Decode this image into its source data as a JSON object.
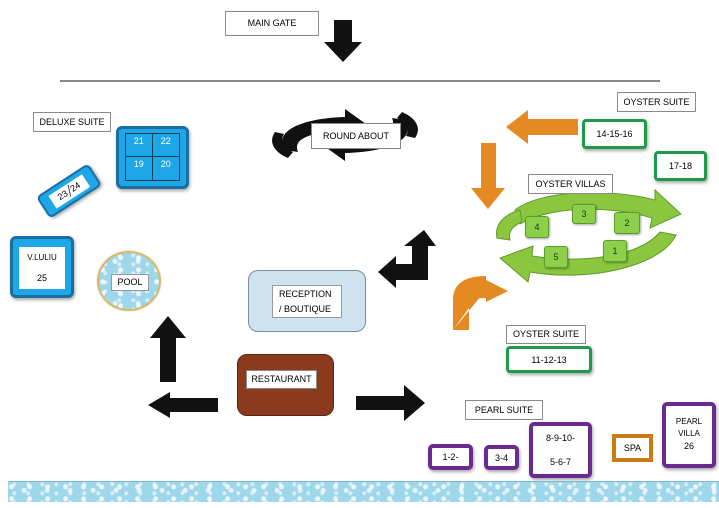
{
  "main_gate": "MAIN GATE",
  "round_about": "ROUND ABOUT",
  "deluxe": {
    "title": "DELUXE SUITE",
    "cells": [
      "21",
      "22",
      "19",
      "20"
    ],
    "tilted_left": "23",
    "tilted_right": "24"
  },
  "vluliu": {
    "name": "V.LULIU",
    "number": "25"
  },
  "pool": "POOL",
  "reception": {
    "line1": "RECEPTION",
    "line2": "/ BOUTIQUE"
  },
  "restaurant": "RESTAURANT",
  "oyster_suite_top": {
    "title": "OYSTER SUITE",
    "units": "14-15-16"
  },
  "oyster_suite_single": "17-18",
  "oyster_villas": {
    "title": "OYSTER VILLAS",
    "villas": [
      "4",
      "3",
      "2",
      "5",
      "1"
    ]
  },
  "oyster_suite_bottom": {
    "title": "OYSTER SUITE",
    "units": "11-12-13"
  },
  "pearl_suite": {
    "title": "PEARL SUITE",
    "unit_a": "1-2-",
    "unit_b": "3-4",
    "unit_c_line1": "8-9-10-",
    "unit_c_line2": "5-6-7"
  },
  "spa": "SPA",
  "pearl_villa": {
    "line1": "PEARL",
    "line2": "VILLA",
    "number": "26"
  },
  "colors": {
    "arrow_black": "#111111",
    "arrow_orange": "#e58a22",
    "arrow_green": "#8cc63f",
    "deluxe_blue": "#1ea7e8",
    "oyster_green": "#1e9a4a",
    "pearl_purple": "#6a2a90",
    "restaurant_brown": "#8b3a1e",
    "reception_fill": "#cfe2ef",
    "spa_orange": "#c97b14",
    "water": "#9ed6ea"
  }
}
